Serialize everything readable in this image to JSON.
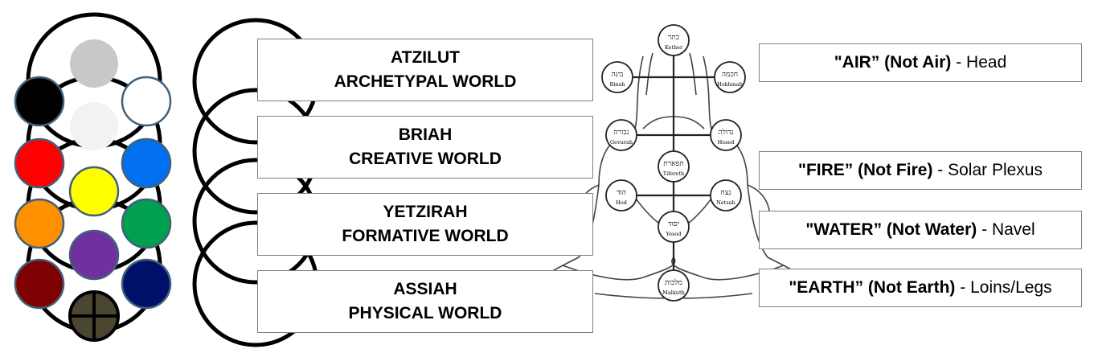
{
  "worlds": [
    {
      "name": "ATZILUT",
      "subtitle": "ARCHETYPAL WORLD"
    },
    {
      "name": "BRIAH",
      "subtitle": "CREATIVE WORLD"
    },
    {
      "name": "YETZIRAH",
      "subtitle": "FORMATIVE WORLD"
    },
    {
      "name": "ASSIAH",
      "subtitle": "PHYSICAL WORLD"
    }
  ],
  "elements": [
    {
      "label": "\"AIR” (Not Air)",
      "body_part": " - Head"
    },
    {
      "label": "\"FIRE” (Not Fire)",
      "body_part": " - Solar Plexus"
    },
    {
      "label": "\"WATER” (Not Water)",
      "body_part": " - Navel"
    },
    {
      "label": "\"EARTH” (Not Earth)",
      "body_part": " - Loins/Legs"
    }
  ],
  "sephiroth_colors": {
    "kether": "#c8c8c8",
    "chokmah": "#ffffff",
    "binah": "#000000",
    "daath": "#f2f2f2",
    "chesed": "#0070f0",
    "geburah": "#ff0000",
    "tiphareth": "#ffff00",
    "netzach": "#00a050",
    "hod": "#ff9000",
    "yesod": "#7030a0",
    "malkuth": "#4a4630"
  },
  "figure": {
    "kether": {
      "hebrew": "כתר",
      "name": "Kether"
    },
    "chokmah": {
      "hebrew": "חכמה",
      "name": "Hokhmah"
    },
    "binah": {
      "hebrew": "בינה",
      "name": "Binah"
    },
    "geburah": {
      "hebrew": "גבורה",
      "name": "Gevurah"
    },
    "chesed": {
      "hebrew": "גדולה",
      "name": "Hesed"
    },
    "tiphareth": {
      "hebrew": "תפארת",
      "name": "Tifereth"
    },
    "hod": {
      "hebrew": "הוד",
      "name": "Hod"
    },
    "netzach": {
      "hebrew": "נצח",
      "name": "Netsah"
    },
    "yesod": {
      "hebrew": "יסוד",
      "name": "Yesod"
    },
    "malkuth": {
      "hebrew": "מלכות",
      "name": "Malkuth"
    }
  }
}
